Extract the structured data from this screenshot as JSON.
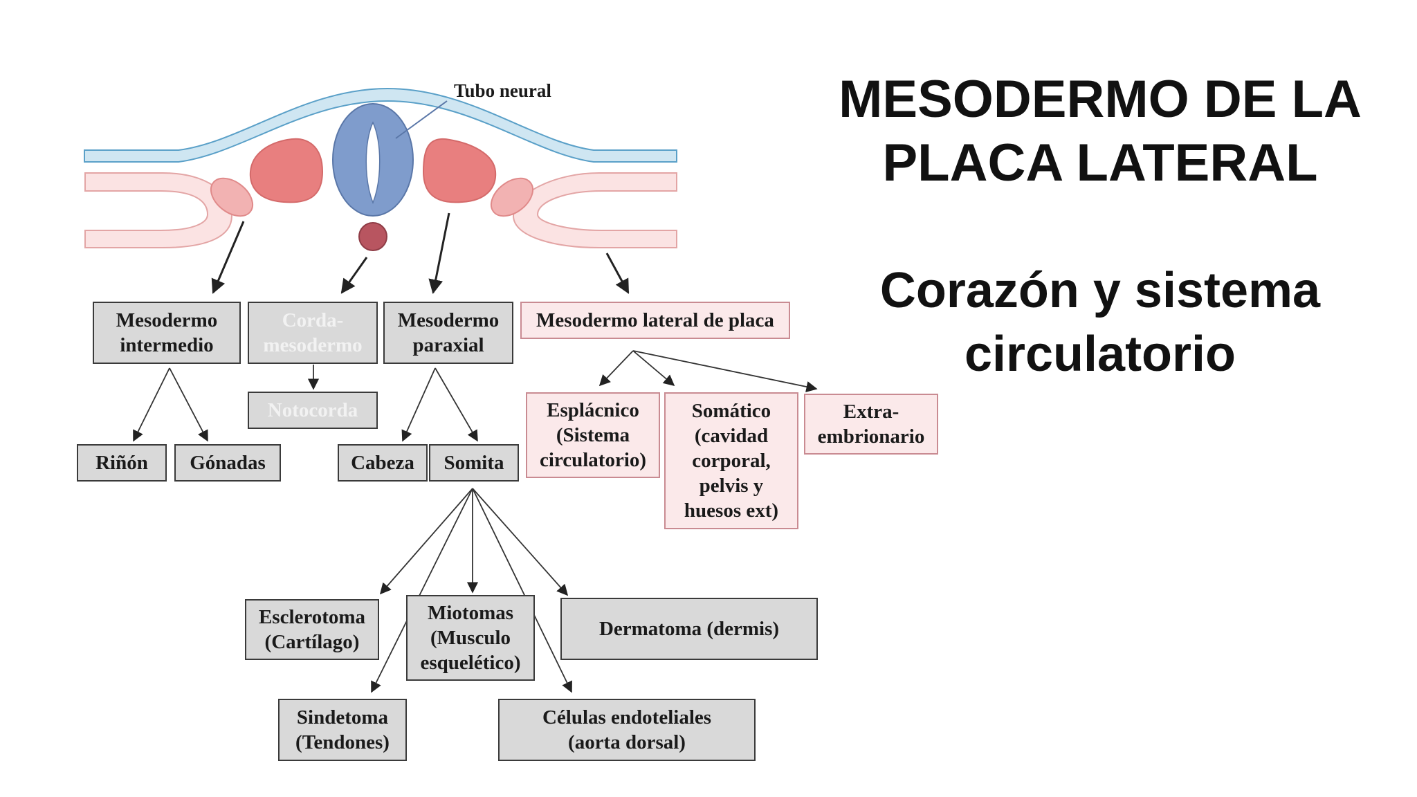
{
  "title": "MESODERMO DE LA\nPLACA LATERAL",
  "subtitle": "Corazón y sistema\ncirculatorio",
  "diagram": {
    "tubo_label": "Tubo neural",
    "boxes": {
      "mesodermo_intermedio": "Mesodermo\nintermedio",
      "corda_mesodermo": "Corda-\nmesodermo",
      "mesodermo_paraxial": "Mesodermo\nparaxial",
      "mesodermo_lateral": "Mesodermo lateral de placa",
      "notocorda": "Notocorda",
      "rinon": "Riñón",
      "gonadas": "Gónadas",
      "cabeza": "Cabeza",
      "somita": "Somita",
      "esplacnico": "Esplácnico\n(Sistema\ncirculatorio)",
      "somatico": "Somático\n(cavidad\ncorporal,\npelvis y\nhuesos ext)",
      "extra": "Extra-\nembrionario",
      "esclerotoma": "Esclerotoma\n(Cartílago)",
      "miotomas": "Miotomas\n(Musculo\nesquelético)",
      "dermatoma": "Dermatoma (dermis)",
      "sindetoma": "Sindetoma\n(Tendones)",
      "endoteliales": "Células endoteliales\n(aorta dorsal)"
    }
  },
  "colors": {
    "ectoderm": "#cfe6f2",
    "ectoderm_stroke": "#5aa0c8",
    "neural_tube": "#7f9ccc",
    "somite": "#e87f7f",
    "intermediate": "#f2b2b2",
    "lateral_plate": "#fbe3e3",
    "notochord": "#b85560",
    "gray_box": "#d9d9d9",
    "pink_box": "#fbe9ea"
  }
}
